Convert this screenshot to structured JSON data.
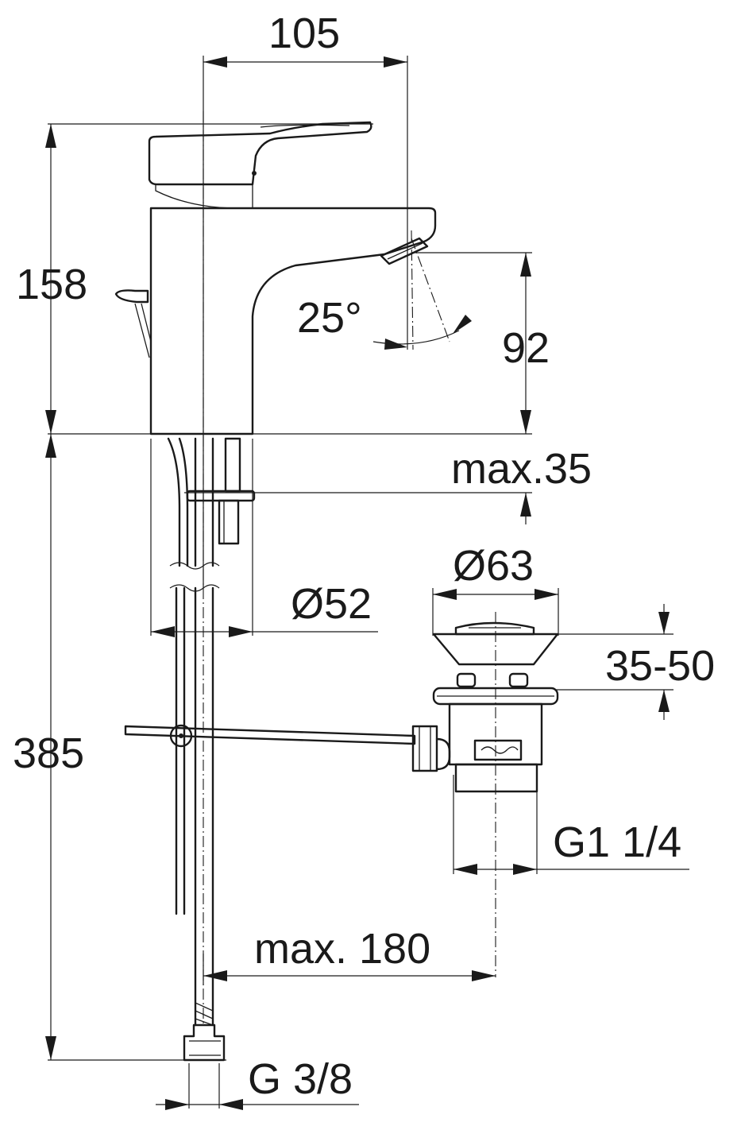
{
  "colors": {
    "ink": "#1a1a1a",
    "background": "#ffffff"
  },
  "dimensions": {
    "width_105": "105",
    "height_158": "158",
    "angle_25": "25°",
    "height_92": "92",
    "max_35": "max.35",
    "diameter_63": "Ø63",
    "diameter_52": "Ø52",
    "range_35_50": "35-50",
    "height_385": "385",
    "thread_g1_1_4": "G1 1/4",
    "max_180": "max. 180",
    "thread_g3_8": "G 3/8"
  }
}
